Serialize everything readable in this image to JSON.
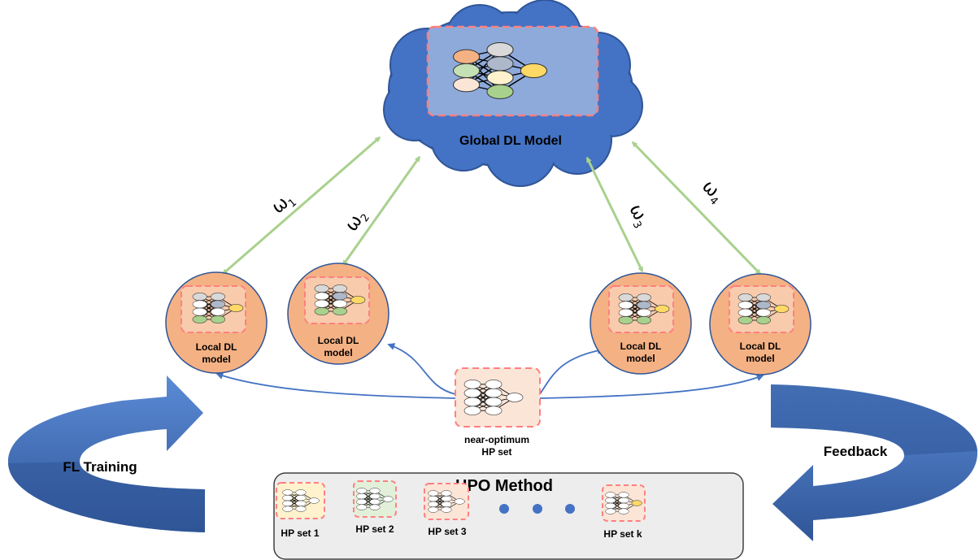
{
  "global_model": {
    "label": "Global DL Model"
  },
  "local_models": [
    {
      "label_line1": "Local DL",
      "label_line2": "model",
      "weight_symbol": "ω",
      "weight_sub": "1"
    },
    {
      "label_line1": "Local DL",
      "label_line2": "model",
      "weight_symbol": "ω",
      "weight_sub": "2"
    },
    {
      "label_line1": "Local DL",
      "label_line2": "model",
      "weight_symbol": "ω",
      "weight_sub": "3"
    },
    {
      "label_line1": "Local DL",
      "label_line2": "model",
      "weight_symbol": "ω",
      "weight_sub": "4"
    }
  ],
  "near_optimum": {
    "label_line1": "near-optimum",
    "label_line2": "HP set"
  },
  "loop_labels": {
    "left": "FL Training",
    "right": "Feedback"
  },
  "hpo": {
    "title": "HPO Method",
    "sets": [
      "HP set 1",
      "HP set 2",
      "HP set 3",
      "HP set k"
    ]
  },
  "colors": {
    "cloud": "#4472c4",
    "cloud_inner": "#8eaadb",
    "local_circle": "#f4b183",
    "dashed_border": "#ff8080",
    "weight_arrow": "#a9d18e",
    "hp_arrow": "#4472c4",
    "big_arrow": "#4472c4",
    "hpo_box": "#ededed"
  }
}
